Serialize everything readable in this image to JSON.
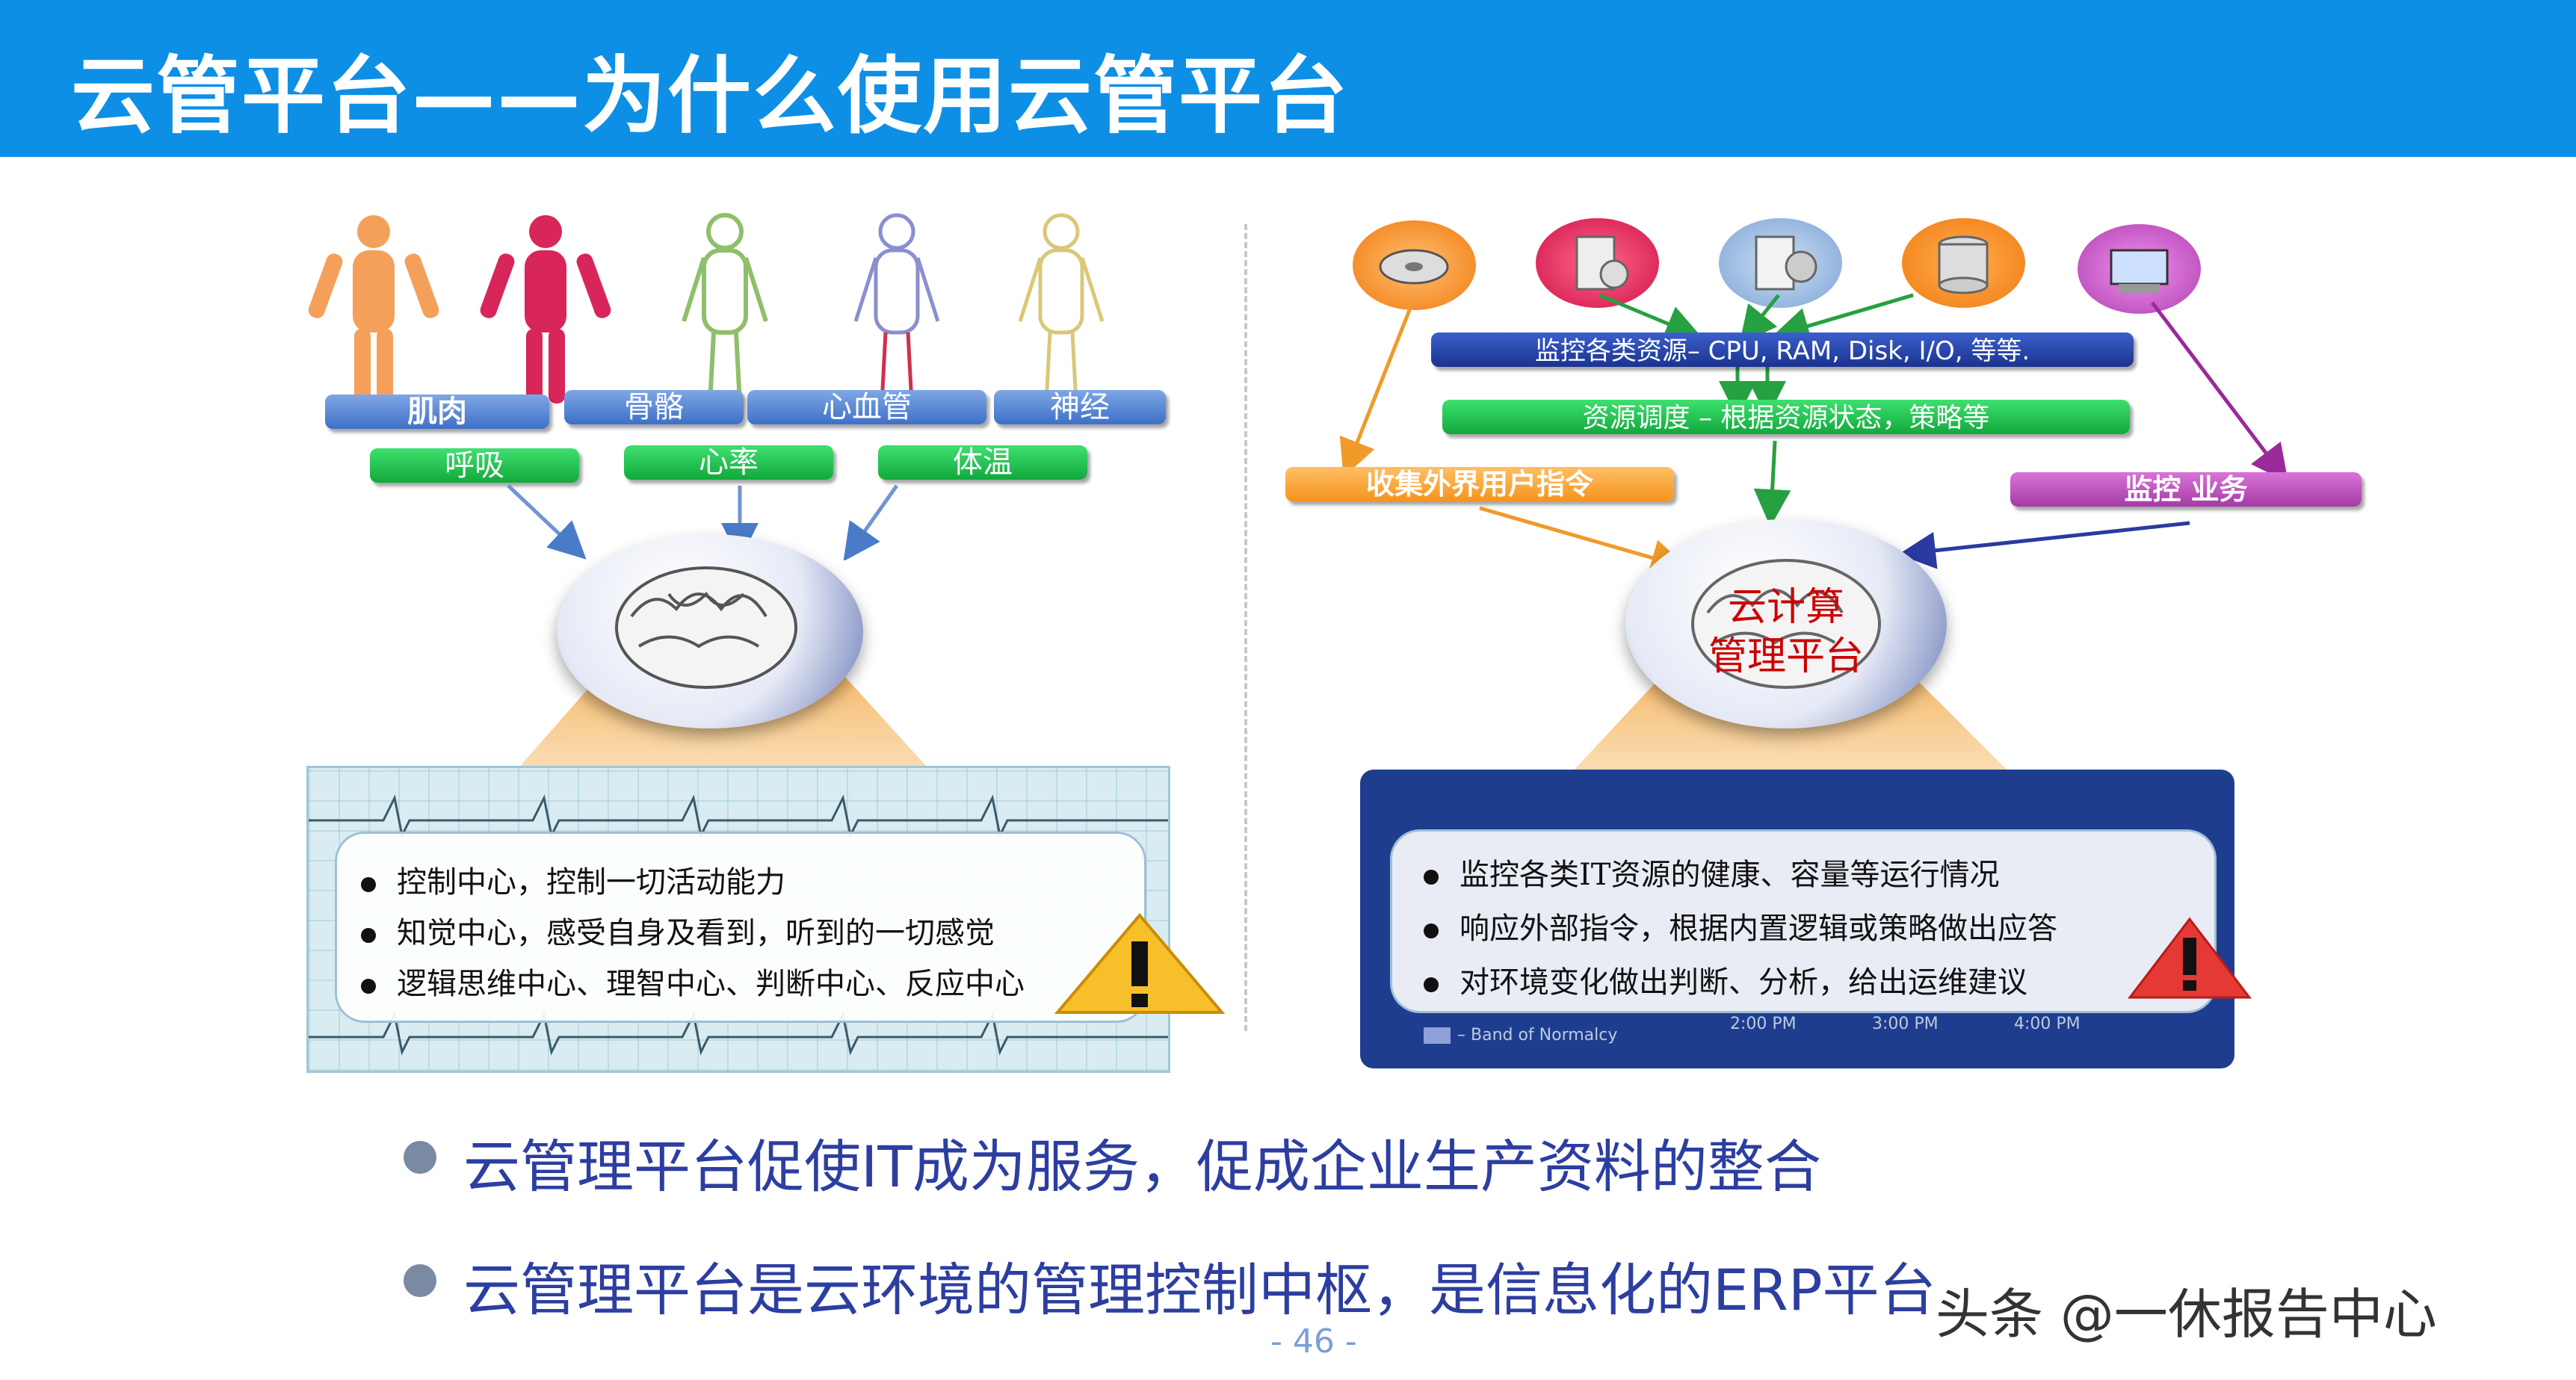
{
  "header": {
    "title": "云管平台——为什么使用云管平台"
  },
  "left": {
    "body_labels": [
      "肌肉",
      "骨骼",
      "心血管",
      "神经"
    ],
    "vital_labels": [
      "呼吸",
      "心率",
      "体温"
    ],
    "bullets": [
      "控制中心，控制一切活动能力",
      "知觉中心，感受自身及看到，听到的一切感觉",
      "逻辑思维中心、理智中心、判断中心、反应中心"
    ]
  },
  "right": {
    "monitor_bar": "监控各类资源– CPU, RAM, Disk, I/O, 等等.",
    "schedule_bar": "资源调度 – 根据资源状态，策略等",
    "collect_label": "收集外界用户指令",
    "monitor_business_label": "监控 业务",
    "brain_label_line1": "云计算",
    "brain_label_line2": "管理平台",
    "bullets": [
      "监控各类IT资源的健康、容量等运行情况",
      "响应外部指令，根据内置逻辑或策略做出应答",
      "对环境变化做出判断、分析，给出运维建议"
    ],
    "chart_legend": "– Band of Normalcy",
    "chart_times": [
      "2:00 PM",
      "3:00 PM",
      "4:00 PM"
    ]
  },
  "bottom_bullets": [
    "云管理平台促使IT成为服务，促成企业生产资料的整合",
    "云管理平台是云环境的管理控制中枢，是信息化的ERP平台"
  ],
  "page_number": "- 46 -",
  "watermark": "头条 @一休报告中心",
  "colors": {
    "title_bar": "#0d8fe6",
    "bottom_text": "#2c3ea0",
    "brain_label": "#cc0000"
  }
}
